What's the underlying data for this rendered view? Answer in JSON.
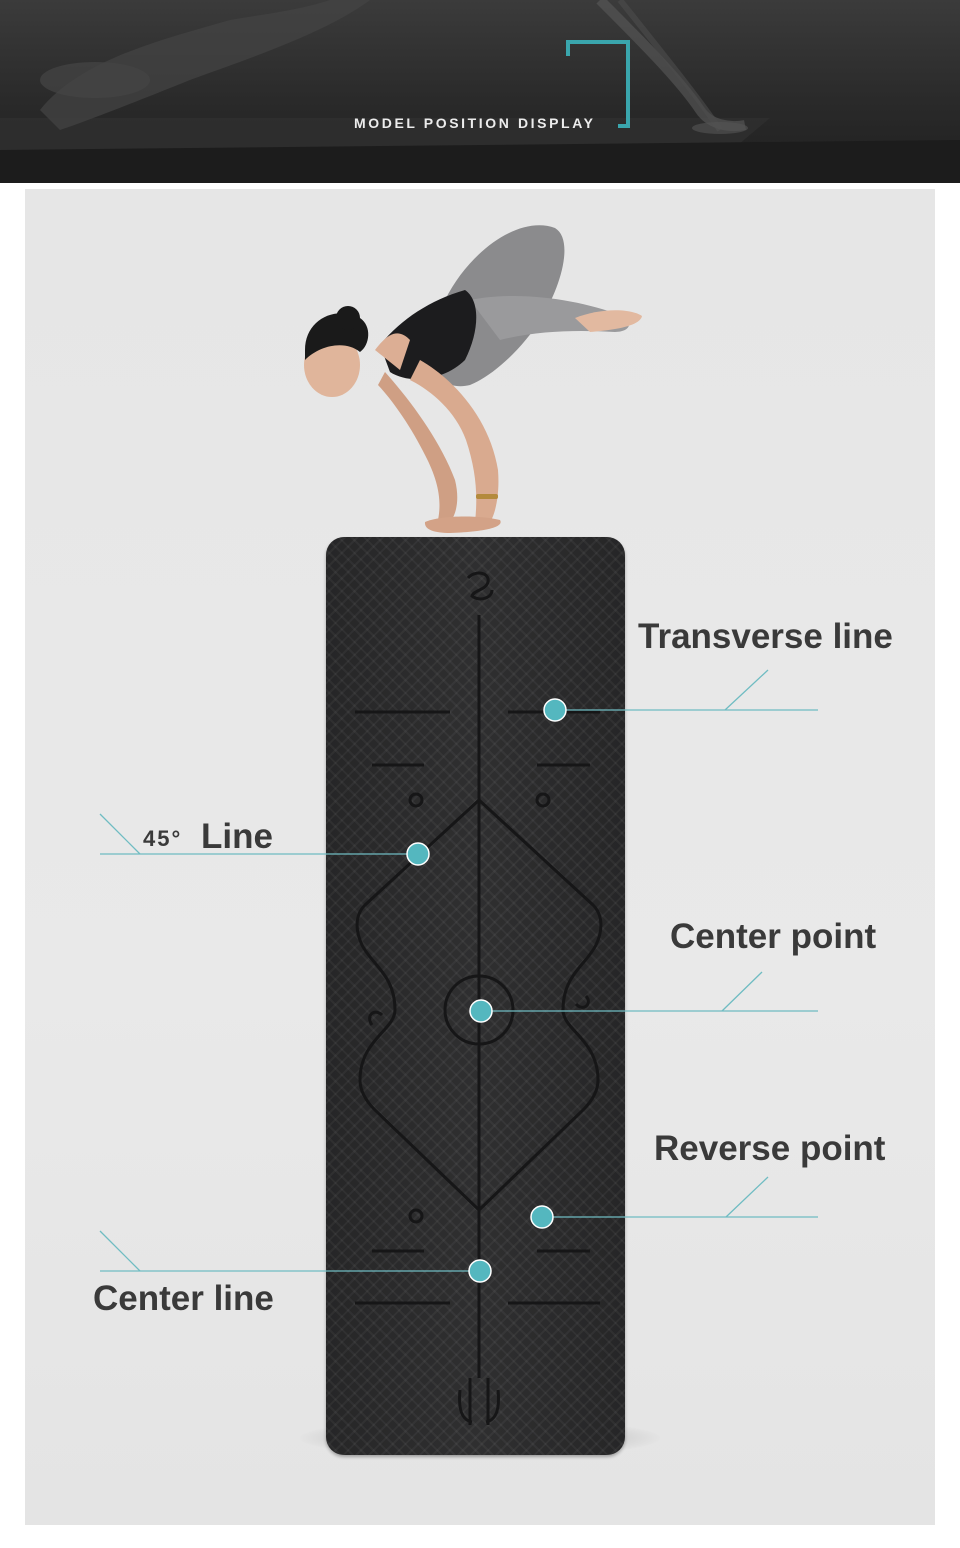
{
  "banner": {
    "title": "MODEL POSITION DISPLAY",
    "accent_color": "#3aa6ad"
  },
  "callouts": {
    "transverse_line": "Transverse line",
    "center_point": "Center point",
    "reverse_point": "Reverse point",
    "center_line": "Center line",
    "angle_value": "45°",
    "angle_line": "Line"
  },
  "colors": {
    "callout_dot": "#54b7bf",
    "callout_line": "#6fbcc2",
    "mat": "#2a2a2b",
    "mat_markings": "#161617",
    "label_text": "#3a3a3a"
  }
}
